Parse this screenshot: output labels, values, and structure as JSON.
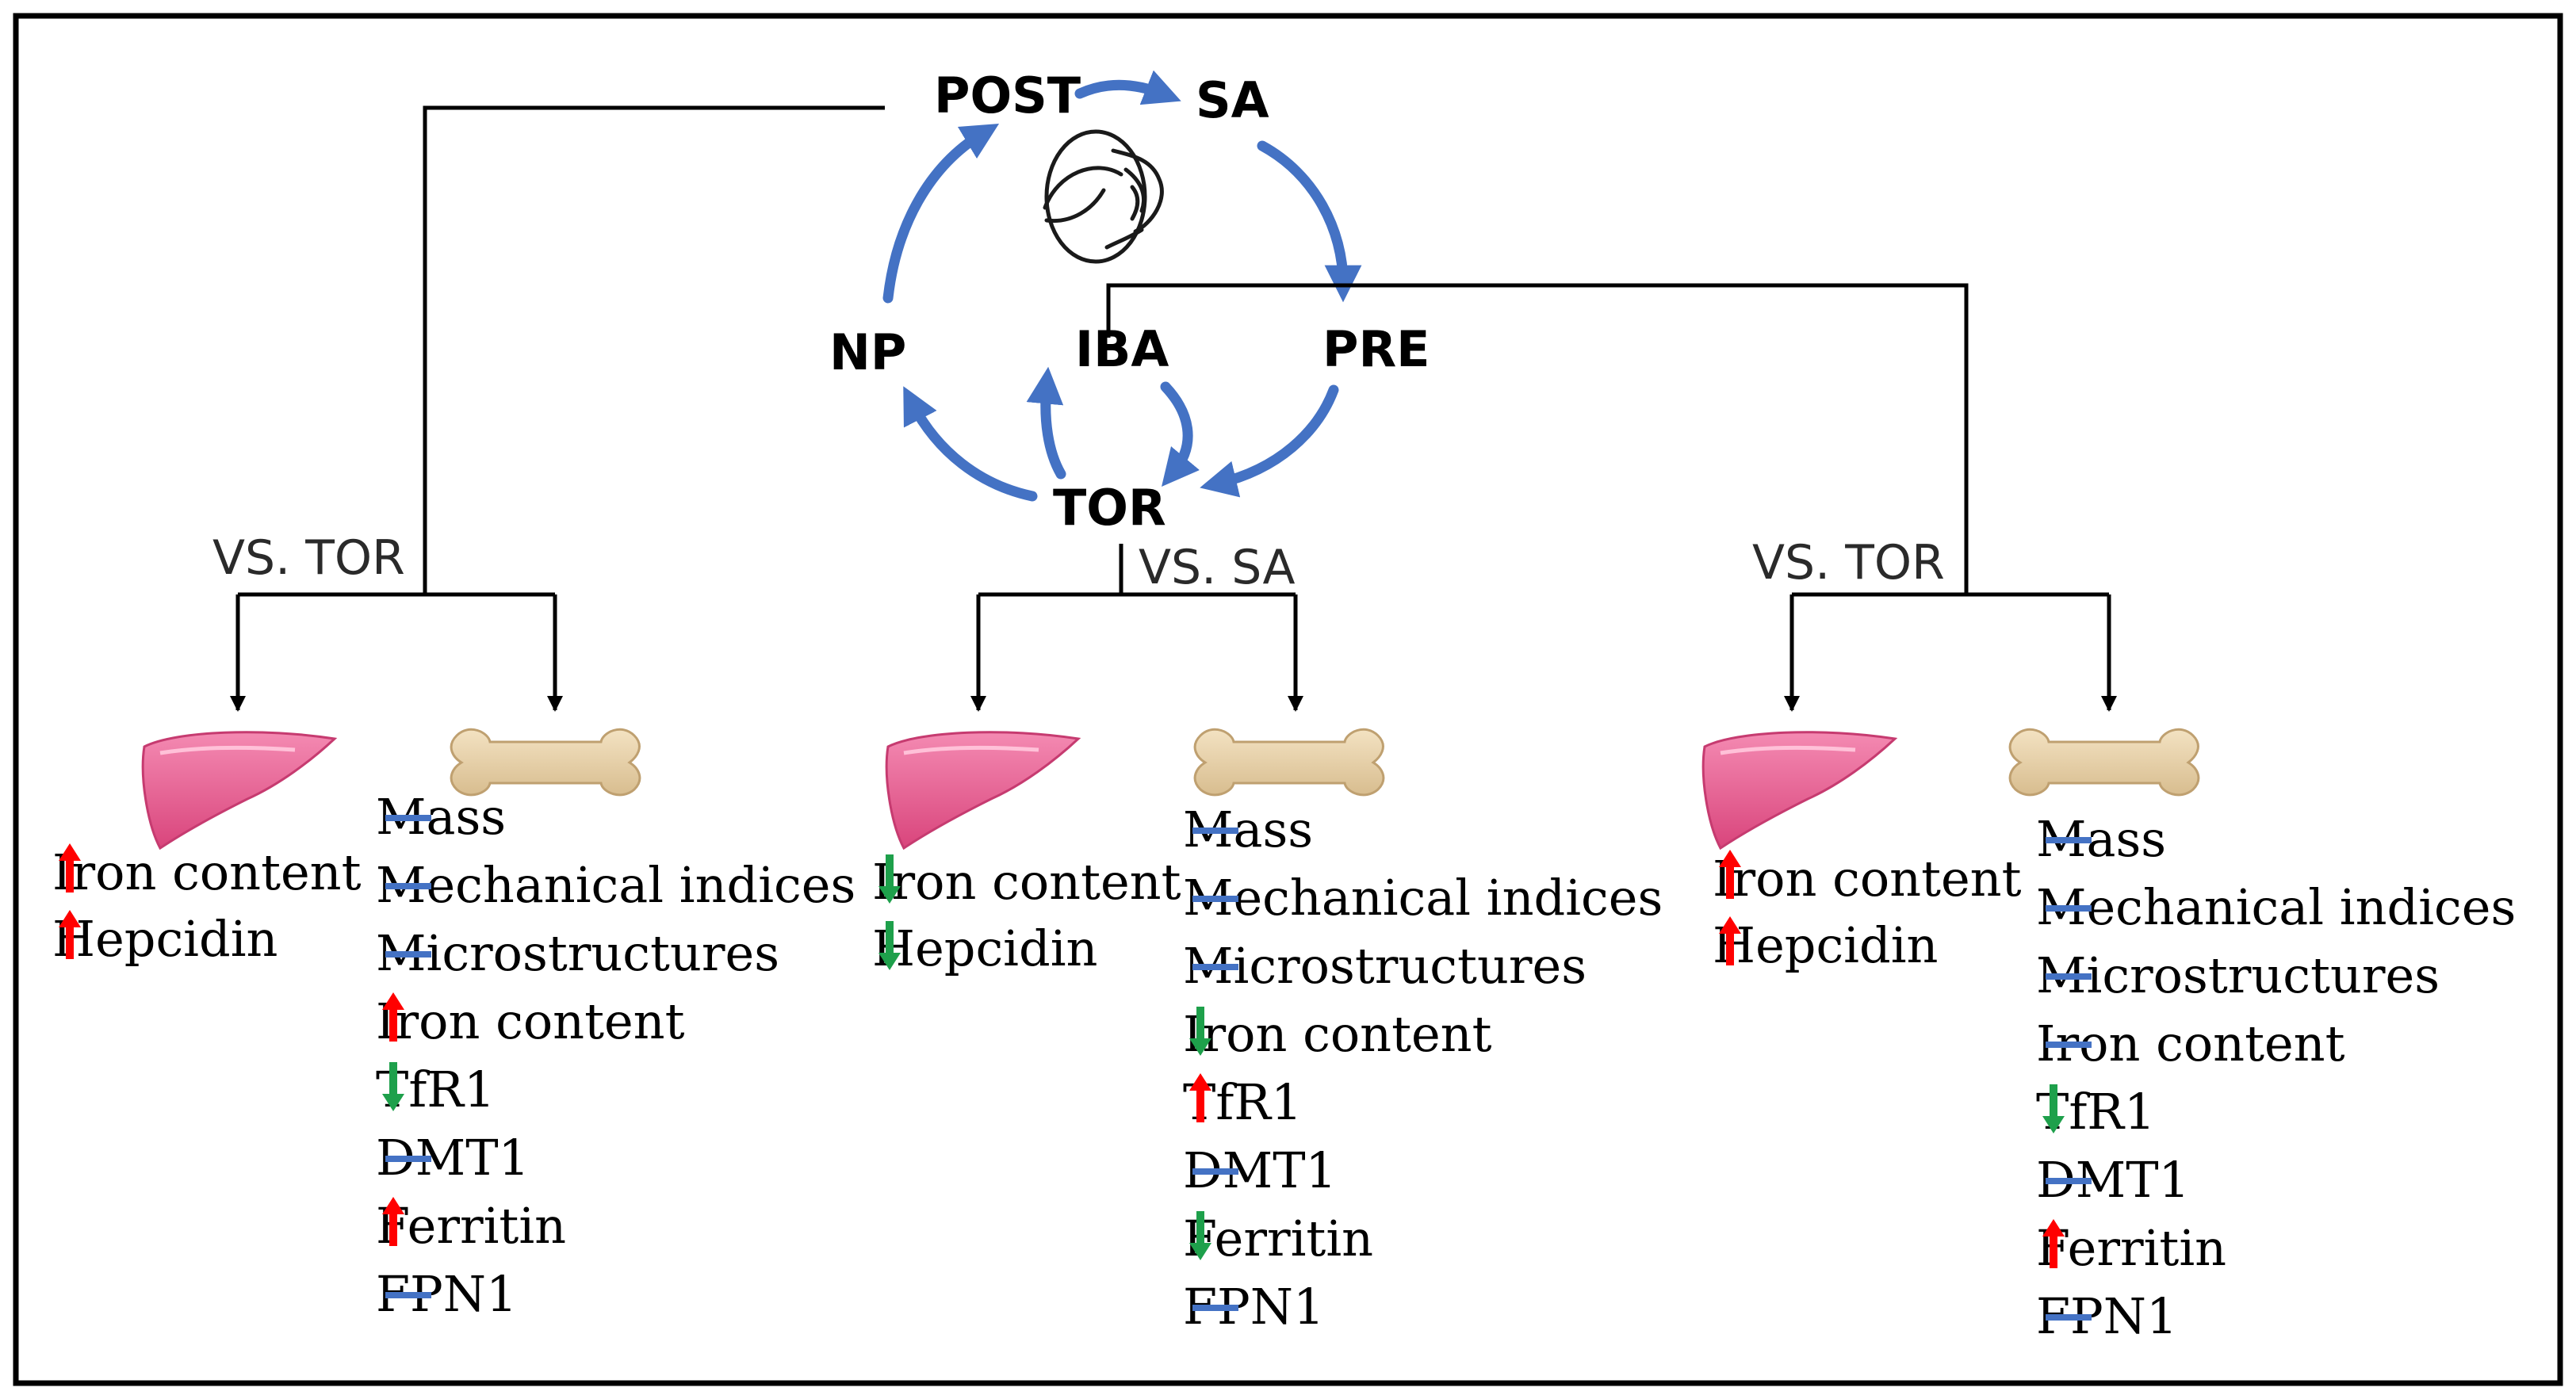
{
  "colors": {
    "up": "#FF0000",
    "down": "#1EA04B",
    "unchanged": "#4472C4",
    "cycle_arrows": "#4472C4"
  },
  "icons": {
    "cycle": "ovary-icon",
    "tissue_left": "liver-icon",
    "tissue_right": "bone-icon"
  },
  "cycle": {
    "stages": [
      {
        "id": "post",
        "label": "POST"
      },
      {
        "id": "sa",
        "label": "SA"
      },
      {
        "id": "pre",
        "label": "PRE"
      },
      {
        "id": "tor",
        "label": "TOR"
      },
      {
        "id": "np",
        "label": "NP"
      },
      {
        "id": "iba",
        "label": "IBA"
      }
    ]
  },
  "groups": [
    {
      "id": "post",
      "comparison": "VS. TOR",
      "liver": [
        {
          "label": "Iron content",
          "change": "up"
        },
        {
          "label": "Hepcidin",
          "change": "up"
        }
      ],
      "bone": [
        {
          "label": "Mass",
          "change": "unchanged"
        },
        {
          "label": "Mechanical indices",
          "change": "unchanged"
        },
        {
          "label": "Microstructures",
          "change": "unchanged"
        },
        {
          "label": "Iron content",
          "change": "up"
        },
        {
          "label": "TfR1",
          "change": "down"
        },
        {
          "label": "DMT1",
          "change": "unchanged"
        },
        {
          "label": "Ferritin",
          "change": "up"
        },
        {
          "label": "FPN1",
          "change": "unchanged"
        }
      ]
    },
    {
      "id": "tor",
      "comparison": "VS. SA",
      "liver": [
        {
          "label": "Iron content",
          "change": "down"
        },
        {
          "label": "Hepcidin",
          "change": "down"
        }
      ],
      "bone": [
        {
          "label": "Mass",
          "change": "unchanged"
        },
        {
          "label": "Mechanical indices",
          "change": "unchanged"
        },
        {
          "label": "Microstructures",
          "change": "unchanged"
        },
        {
          "label": "Iron content",
          "change": "down"
        },
        {
          "label": "TfR1",
          "change": "up"
        },
        {
          "label": "DMT1",
          "change": "unchanged"
        },
        {
          "label": "Ferritin",
          "change": "down"
        },
        {
          "label": "FPN1",
          "change": "unchanged"
        }
      ]
    },
    {
      "id": "iba",
      "comparison": "VS. TOR",
      "liver": [
        {
          "label": "Iron content",
          "change": "up"
        },
        {
          "label": "Hepcidin",
          "change": "up"
        }
      ],
      "bone": [
        {
          "label": "Mass",
          "change": "unchanged"
        },
        {
          "label": "Mechanical indices",
          "change": "unchanged"
        },
        {
          "label": "Microstructures",
          "change": "unchanged"
        },
        {
          "label": "Iron content",
          "change": "unchanged"
        },
        {
          "label": "TfR1",
          "change": "down"
        },
        {
          "label": "DMT1",
          "change": "unchanged"
        },
        {
          "label": "Ferritin",
          "change": "up"
        },
        {
          "label": "FPN1",
          "change": "unchanged"
        }
      ]
    }
  ]
}
